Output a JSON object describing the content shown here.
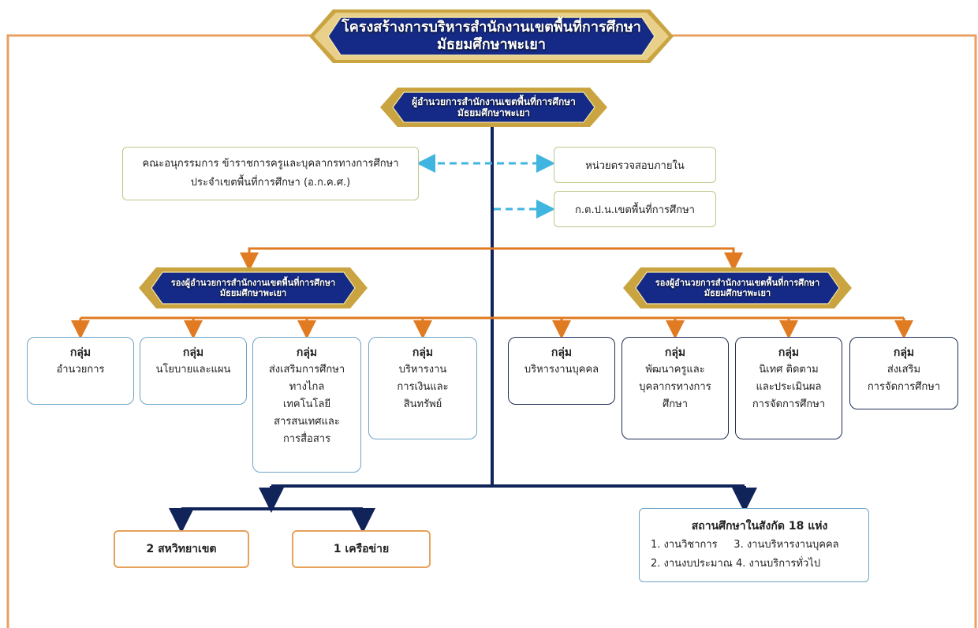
{
  "header": {
    "title_line1": "โครงสร้างการบริหารสำนักงานเขตพื้นที่การศึกษา",
    "title_line2": "มัธยมศึกษาพะเยา"
  },
  "director": {
    "line1": "ผู้อำนวยการสำนักงานเขตพื้นที่การศึกษา",
    "line2": "มัธยมศึกษาพะเยา"
  },
  "committee": {
    "line1": "คณะอนุกรรมการ ข้าราชการครูและบุคลากรทางการศึกษา",
    "line2": "ประจำเขตพื้นที่การศึกษา (อ.ก.ค.ศ.)"
  },
  "internal_audit": "หน่วยตรวจสอบภายใน",
  "ktpn": "ก.ต.ป.น.เขตพื้นที่การศึกษา",
  "deputies": [
    {
      "line1": "รองผู้อำนวยการสำนักงานเขตพื้นที่การศึกษา",
      "line2": "มัธยมศึกษาพะเยา"
    },
    {
      "line1": "รองผู้อำนวยการสำนักงานเขตพื้นที่การศึกษา",
      "line2": "มัธยมศึกษาพะเยา"
    }
  ],
  "groups": [
    {
      "head": "กลุ่ม",
      "lines": [
        "อำนวยการ"
      ]
    },
    {
      "head": "กลุ่ม",
      "lines": [
        "นโยบายและแผน"
      ]
    },
    {
      "head": "กลุ่ม",
      "lines": [
        "ส่งเสริมการศึกษา",
        "ทางไกล",
        "เทคโนโลยี",
        "สารสนเทศและ",
        "การสื่อสาร"
      ]
    },
    {
      "head": "กลุ่ม",
      "lines": [
        "บริหารงาน",
        "การเงินและ",
        "สินทรัพย์"
      ]
    },
    {
      "head": "กลุ่ม",
      "lines": [
        "บริหารงานบุคคล"
      ]
    },
    {
      "head": "กลุ่ม",
      "lines": [
        "พัฒนาครูและ",
        "บุคลากรทางการ",
        "ศึกษา"
      ]
    },
    {
      "head": "กลุ่ม",
      "lines": [
        "นิเทศ ติดตาม",
        "และประเมินผล",
        "การจัดการศึกษา"
      ]
    },
    {
      "head": "กลุ่ม",
      "lines": [
        "ส่งเสริม",
        "การจัดการศึกษา"
      ]
    }
  ],
  "sahawitthaya": "2 สหวิทยาเขต",
  "network": "1 เครือข่าย",
  "schools": {
    "title": "สถานศึกษาในสังกัด 18 แห่ง",
    "row1": "1. งานวิชาการ     3. งานบริหารงานบุคคล",
    "row2": "2. งานงบประมาณ 4. งานบริการทั่วไป"
  },
  "colors": {
    "orange": "#e07b22",
    "navy": "#10245a",
    "dash": "#3fb5e0",
    "banner_blue": "#142a86",
    "gold": "#c9a441"
  }
}
